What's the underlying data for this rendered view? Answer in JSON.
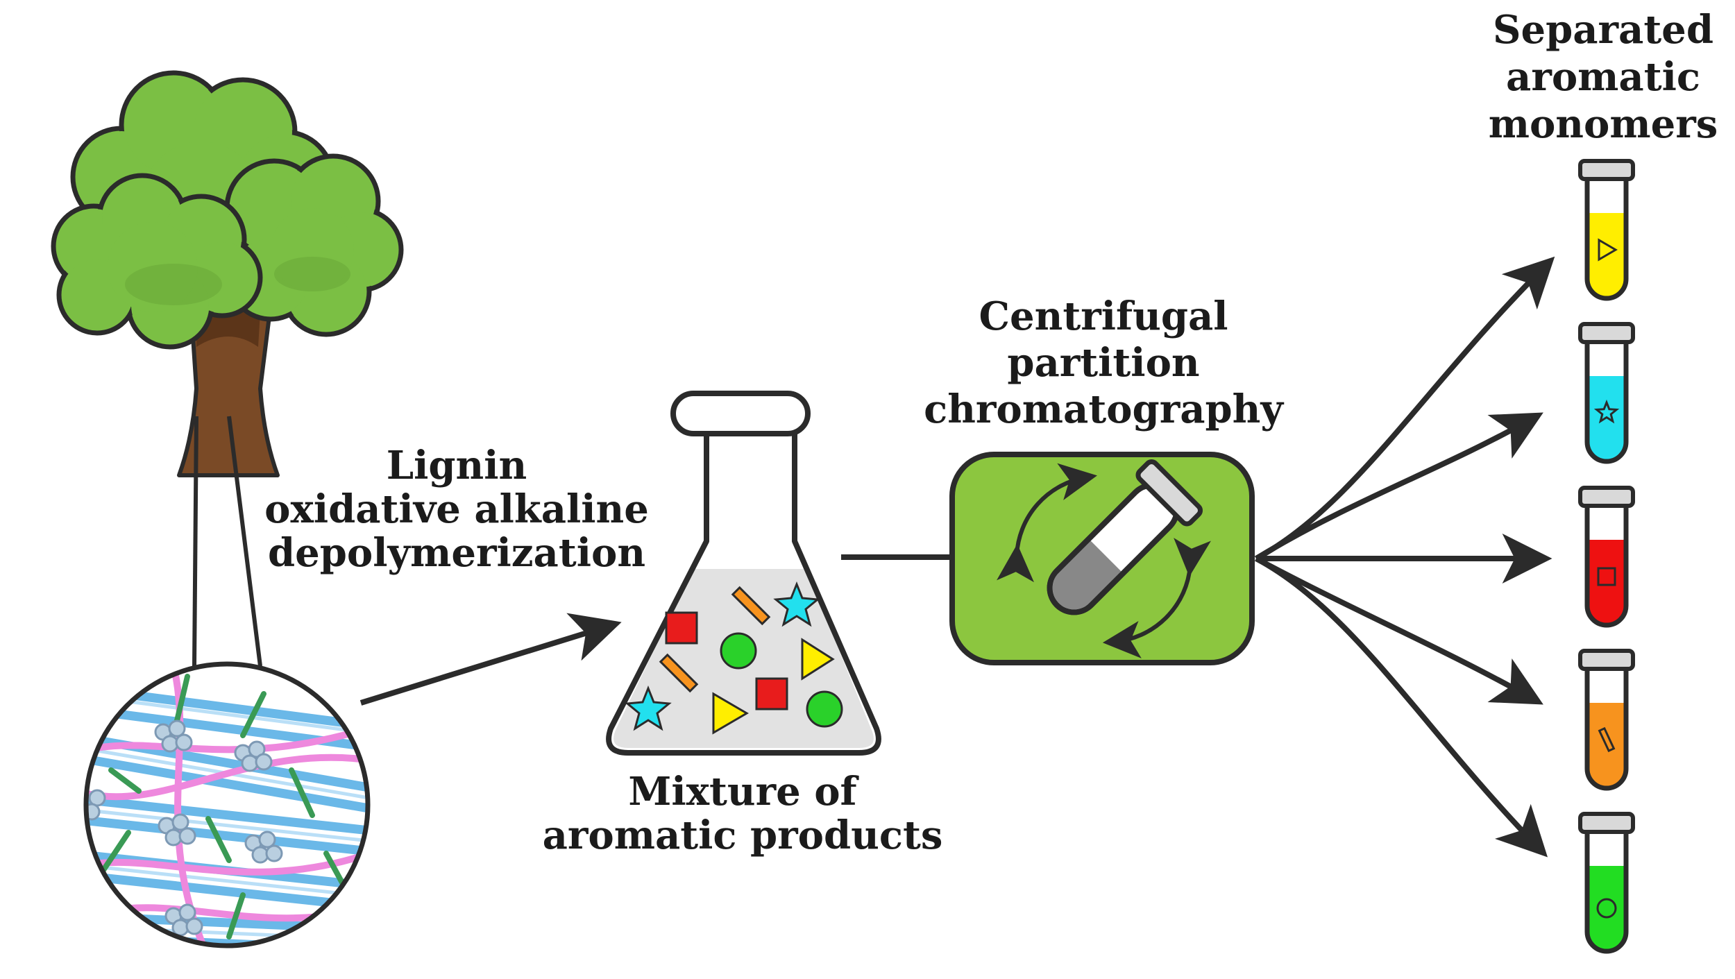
{
  "labels": {
    "process_line1": "Lignin",
    "process_line2": "oxidative alkaline",
    "process_line3": "depolymerization",
    "mixture_line1": "Mixture of",
    "mixture_line2": "aromatic products",
    "cpc_line1": "Centrifugal",
    "cpc_line2": "partition",
    "cpc_line3": "chromatography",
    "output_line1": "Separated",
    "output_line2": "aromatic",
    "output_line3": "monomers"
  },
  "colors": {
    "outline": "#2b2b2b",
    "leaf": "#7bbf44",
    "leaf_shadow": "#5e9a32",
    "trunk": "#7a4a26",
    "trunk_shadow": "#5c3519",
    "cpc_box": "#8cc63f",
    "flask_liquid": "#e2e2e2",
    "cap": "#d9d9d9",
    "tube_colors": [
      "#ffee00",
      "#22e0ee",
      "#ee1111",
      "#f7931e",
      "#22dd22"
    ],
    "fiber_blue": "#6ab8e8",
    "fiber_pink": "#ee88dd",
    "fiber_green": "#3a9a55"
  },
  "tubes": [
    {
      "color": "#ffee00",
      "symbol": "triangle-icon"
    },
    {
      "color": "#22e0ee",
      "symbol": "star-icon"
    },
    {
      "color": "#ee1111",
      "symbol": "square-icon"
    },
    {
      "color": "#f7931e",
      "symbol": "bar-icon"
    },
    {
      "color": "#22dd22",
      "symbol": "circle-icon"
    }
  ]
}
